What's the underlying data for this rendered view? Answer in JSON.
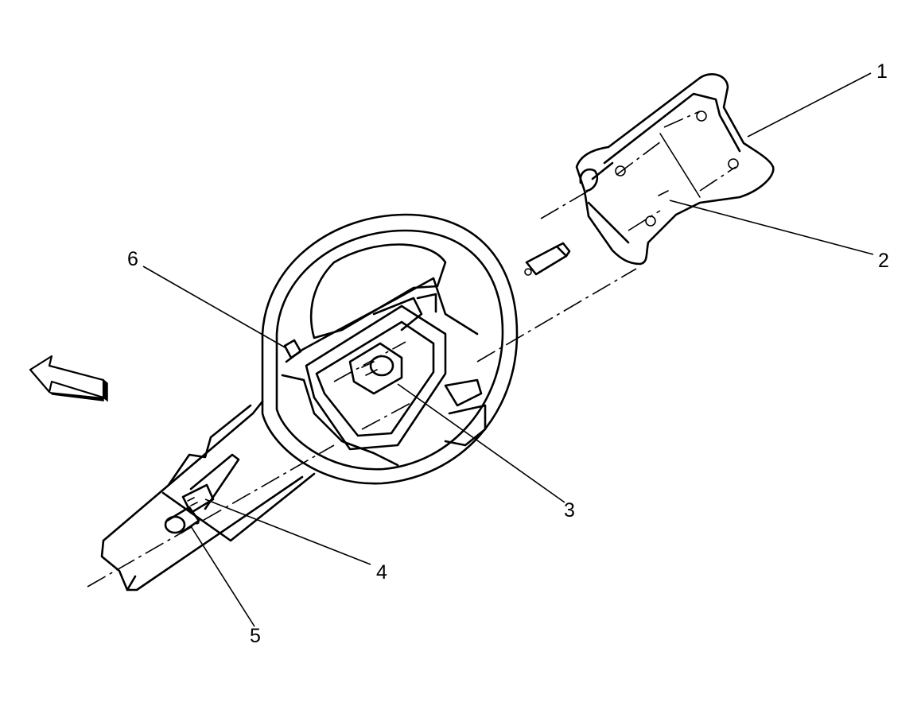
{
  "callouts": [
    {
      "id": "1",
      "label": "1"
    },
    {
      "id": "2",
      "label": "2"
    },
    {
      "id": "3",
      "label": "3"
    },
    {
      "id": "4",
      "label": "4"
    },
    {
      "id": "5",
      "label": "5"
    },
    {
      "id": "6",
      "label": "6"
    }
  ],
  "icons": {
    "direction_arrow": "front-direction-arrow-icon"
  },
  "colors": {
    "line": "#000000",
    "background": "#ffffff"
  }
}
